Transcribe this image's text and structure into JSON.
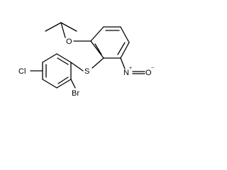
{
  "molecule": {
    "atoms": {
      "oxygen_ether": "O",
      "sulfur": "S",
      "nitrogen": "N",
      "nitro_oxygen": "O",
      "chlorine": "Cl",
      "bromine": "Br"
    },
    "charges": {
      "nitrogen_plus": "+",
      "oxygen_minus": "−"
    }
  }
}
